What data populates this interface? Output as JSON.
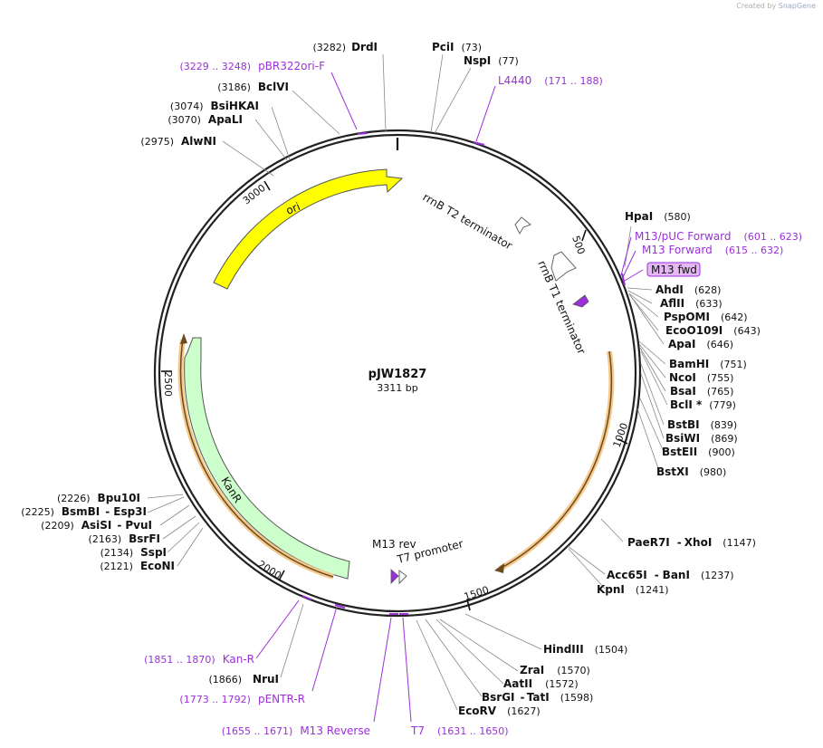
{
  "credit": {
    "prefix": "Created by",
    "brand": "SnapGene"
  },
  "plasmid": {
    "name": "pJW1827",
    "length": "3311 bp"
  },
  "ticks": [
    "500",
    "1000",
    "1500",
    "2000",
    "2500",
    "3000"
  ],
  "features": {
    "ori": "ori",
    "kanr": "KanR",
    "rrnb_t2": "rrnB T2 terminator",
    "rrnb_t1": "rrnB T1 terminator",
    "m13_rev": "M13 rev",
    "t7_promoter": "T7 promoter",
    "m13_fwd": "M13 fwd"
  },
  "enzymes": [
    {
      "name": "DrdI",
      "pos": "(3282)"
    },
    {
      "name": "PciI",
      "pos": "(73)"
    },
    {
      "name": "NspI",
      "pos": "(77)"
    },
    {
      "name": "BclVI",
      "pos": "(3186)"
    },
    {
      "name": "BsiHKAI",
      "pos": "(3074)"
    },
    {
      "name": "ApaLI",
      "pos": "(3070)"
    },
    {
      "name": "AlwNI",
      "pos": "(2975)"
    },
    {
      "name": "HpaI",
      "pos": "(580)"
    },
    {
      "name": "AhdI",
      "pos": "(628)"
    },
    {
      "name": "AflII",
      "pos": "(633)"
    },
    {
      "name": "PspOMI",
      "pos": "(642)"
    },
    {
      "name": "EcoO109I",
      "pos": "(643)"
    },
    {
      "name": "ApaI",
      "pos": "(646)"
    },
    {
      "name": "BamHI",
      "pos": "(751)"
    },
    {
      "name": "NcoI",
      "pos": "(755)"
    },
    {
      "name": "BsaI",
      "pos": "(765)"
    },
    {
      "name": "BclI *",
      "pos": "(779)"
    },
    {
      "name": "BstBI",
      "pos": "(839)"
    },
    {
      "name": "BsiWI",
      "pos": "(869)"
    },
    {
      "name": "BstEII",
      "pos": "(900)"
    },
    {
      "name": "BstXI",
      "pos": "(980)"
    },
    {
      "name": "PaeR7I",
      "sep": "-",
      "name2": "XhoI",
      "pos": "(1147)"
    },
    {
      "name": "Acc65I",
      "sep": "-",
      "name2": "BanI",
      "pos": "(1237)"
    },
    {
      "name": "KpnI",
      "pos": "(1241)"
    },
    {
      "name": "HindIII",
      "pos": "(1504)"
    },
    {
      "name": "ZraI",
      "pos": "(1570)"
    },
    {
      "name": "AatII",
      "pos": "(1572)"
    },
    {
      "name": "BsrGI",
      "sep": "-",
      "name2": "TatI",
      "pos": "(1598)"
    },
    {
      "name": "EcoRV",
      "pos": "(1627)"
    },
    {
      "name": "NruI",
      "pos": "(1866)"
    },
    {
      "name": "Bpu10I",
      "pos": "(2226)"
    },
    {
      "name": "BsmBI",
      "sep": "-",
      "name2": "Esp3I",
      "pos": "(2225)"
    },
    {
      "name": "AsiSI",
      "sep": "-",
      "name2": "PvuI",
      "pos": "(2209)"
    },
    {
      "name": "BsrFI",
      "pos": "(2163)"
    },
    {
      "name": "SspI",
      "pos": "(2134)"
    },
    {
      "name": "EcoNI",
      "pos": "(2121)"
    }
  ],
  "primers": [
    {
      "name": "pBR322ori-F",
      "range": "(3229 .. 3248)"
    },
    {
      "name": "L4440",
      "range": "(171 .. 188)"
    },
    {
      "name": "M13/pUC Forward",
      "range": "(601 .. 623)"
    },
    {
      "name": "M13 Forward",
      "range": "(615 .. 632)"
    },
    {
      "name": "Kan-R",
      "range": "(1851 .. 1870)"
    },
    {
      "name": "pENTR-R",
      "range": "(1773 .. 1792)"
    },
    {
      "name": "M13 Reverse",
      "range": "(1655 .. 1671)"
    },
    {
      "name": "T7",
      "range": "(1631 .. 1650)"
    }
  ],
  "colors": {
    "backbone": "#222222",
    "ori": "#ffff00",
    "kanr": "#ccffcc",
    "cds": "#f5c98c",
    "primer": "#9b30d9",
    "m13fwd_fill": "#e4b8f2"
  }
}
